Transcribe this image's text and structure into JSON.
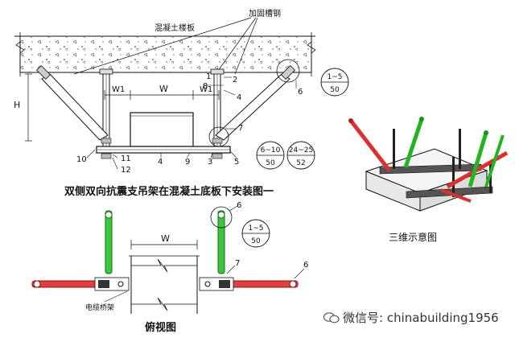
{
  "section": {
    "slab_label": "混凝土楼板",
    "channel_label": "加固槽钢",
    "height_label": "H",
    "w1_left": "W1",
    "width_label": "W",
    "w1_right": "W1",
    "callouts": {
      "n1": "1",
      "n2": "2",
      "n3": "3",
      "n4a": "4",
      "n4b": "4",
      "n5": "5",
      "n6": "6",
      "n7": "7",
      "n8": "8",
      "n9": "9",
      "n10": "10",
      "n11": "11",
      "n12": "12"
    },
    "detail_a_top": "1~5",
    "detail_a_bottom": "50",
    "detail_b_top": "6~10",
    "detail_b_bottom": "50",
    "detail_c_top": "24~25",
    "detail_c_bottom": "52",
    "caption": "双侧双向抗震支吊架在混凝土底板下安装图一"
  },
  "plan": {
    "width_label": "W",
    "callout_6a": "6",
    "detail_top": "1~5",
    "detail_bottom": "50",
    "callout_7": "7",
    "callout_6b": "6",
    "tray_label": "电缆桥架",
    "caption": "俯视图"
  },
  "view3d": {
    "caption": "三维示意图"
  },
  "watermark": {
    "text": "微信号: chinabuilding1956",
    "icon": "wechat-icon"
  },
  "colors": {
    "brace": "#d93030",
    "hanger": "#22b422",
    "line": "#111111"
  }
}
